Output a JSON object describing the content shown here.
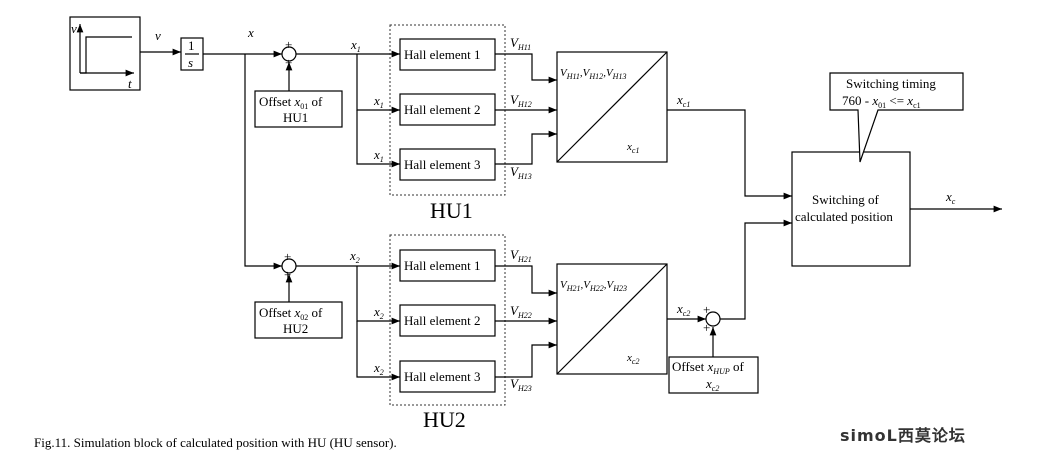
{
  "step_block": {
    "y_axis": "v",
    "x_axis": "t"
  },
  "signals": {
    "v": "v",
    "x": "x",
    "x1": "x",
    "x1_sub": "1",
    "x2": "x",
    "x2_sub": "2",
    "xc": "x",
    "xc_sub": "c"
  },
  "integrator": {
    "numerator": "1",
    "denominator": "s"
  },
  "sum_signs": {
    "plus": "+"
  },
  "offset1": {
    "line1": "Offset ",
    "var": "x",
    "sub": "01",
    "of": " of",
    "line2": "HU1"
  },
  "offset2": {
    "line1": "Offset ",
    "var": "x",
    "sub": "02",
    "of": " of",
    "line2": "HU2"
  },
  "offset_hup": {
    "line1": "Offset ",
    "var": "x",
    "sub": "HUP",
    "of": " of",
    "line2_var": "x",
    "line2_sub": "c2"
  },
  "hu1": {
    "label": "HU1",
    "elements": [
      "Hall element 1",
      "Hall element 2",
      "Hall element 3"
    ],
    "outputs": [
      {
        "var": "V",
        "sub": "H11"
      },
      {
        "var": "V",
        "sub": "H12"
      },
      {
        "var": "V",
        "sub": "H13"
      }
    ],
    "calc_inputs": [
      "V",
      "H11",
      ",V",
      "H12",
      ",V",
      "H13"
    ],
    "calc_output": {
      "var": "x",
      "sub": "c1"
    }
  },
  "hu2": {
    "label": "HU2",
    "elements": [
      "Hall element 1",
      "Hall element 2",
      "Hall element 3"
    ],
    "outputs": [
      {
        "var": "V",
        "sub": "H21"
      },
      {
        "var": "V",
        "sub": "H22"
      },
      {
        "var": "V",
        "sub": "H23"
      }
    ],
    "calc_inputs": [
      "V",
      "H21",
      ",V",
      "H22",
      ",V",
      "H23"
    ],
    "calc_output": {
      "var": "x",
      "sub": "c2"
    }
  },
  "switch_block": {
    "line1": "Switching of",
    "line2": "calculated position"
  },
  "timing_callout": {
    "line1": "Switching timing",
    "line2_prefix": "760 - ",
    "var": "x",
    "sub1": "01",
    "op": " <= ",
    "var2": "x",
    "sub2": "c1"
  },
  "caption": "Fig.11. Simulation block of calculated position with HU (HU sensor).",
  "watermark": "simoL西莫论坛"
}
